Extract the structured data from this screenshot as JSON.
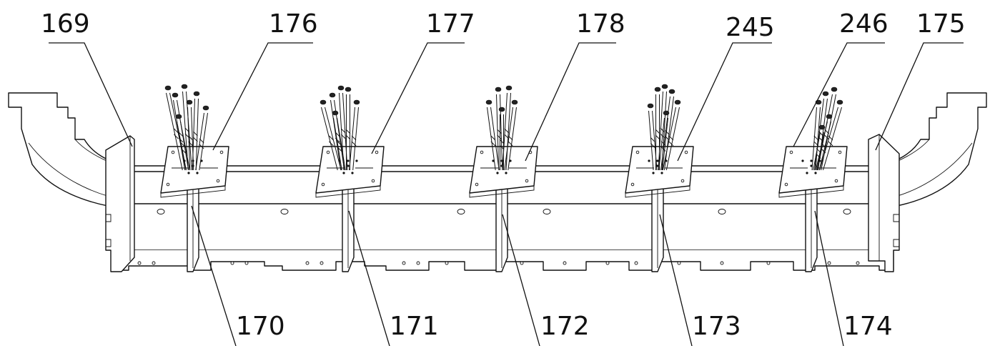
{
  "drawing": {
    "callouts_top": [
      {
        "id": "c169",
        "label": "169"
      },
      {
        "id": "c176",
        "label": "176"
      },
      {
        "id": "c177",
        "label": "177"
      },
      {
        "id": "c178",
        "label": "178"
      },
      {
        "id": "c245",
        "label": "245"
      },
      {
        "id": "c246",
        "label": "246"
      },
      {
        "id": "c175",
        "label": "175"
      }
    ],
    "callouts_bottom": [
      {
        "id": "c170",
        "label": "170"
      },
      {
        "id": "c171",
        "label": "171"
      },
      {
        "id": "c172",
        "label": "172"
      },
      {
        "id": "c173",
        "label": "173"
      },
      {
        "id": "c174",
        "label": "174"
      }
    ],
    "colors": {
      "line": "#111111",
      "background": "#ffffff"
    }
  }
}
